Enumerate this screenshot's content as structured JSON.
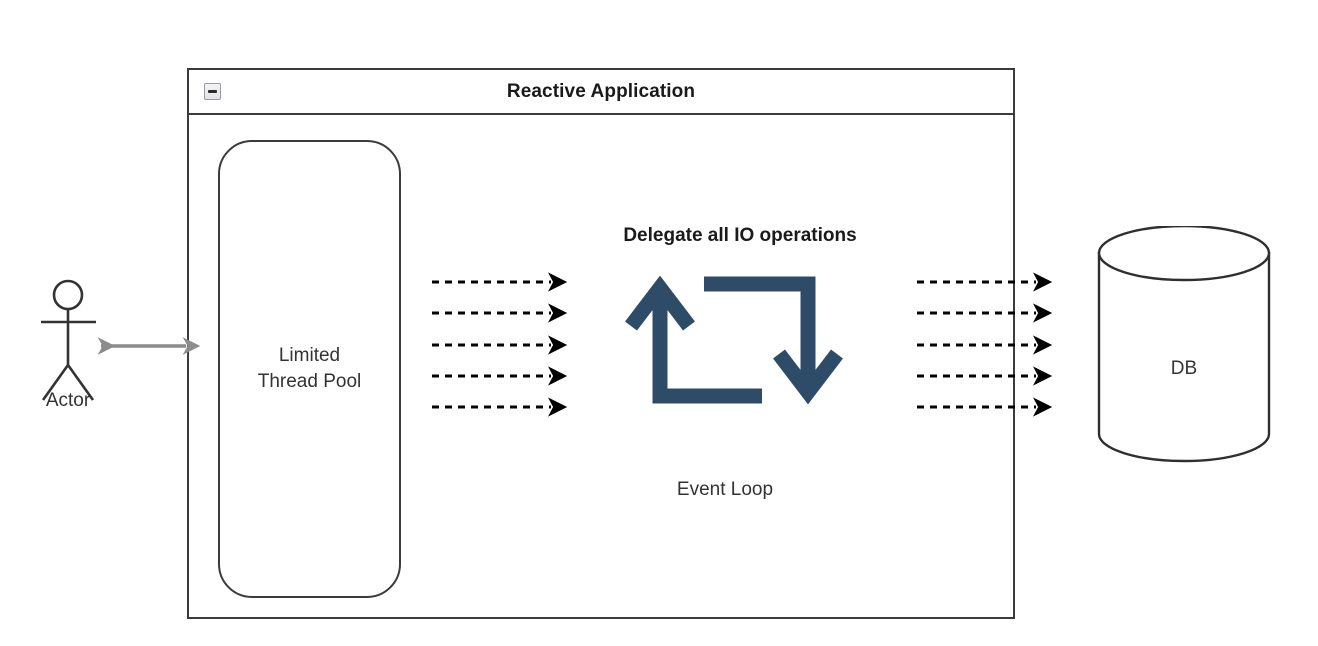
{
  "diagram": {
    "type": "architecture-diagram",
    "background_color": "#ffffff",
    "title": "Reactive Application"
  },
  "container": {
    "title": "Reactive Application",
    "collapse_icon": "collapse-minus-icon",
    "border_color": "#3b3b3b"
  },
  "actor": {
    "label": "Actor",
    "icon": "stick-figure-actor-icon",
    "connector": {
      "style": "double-headed-arrow",
      "color": "#8c8c8c",
      "from": "Actor",
      "to": "Reactive Application"
    }
  },
  "thread_pool": {
    "label": "Limited\nThread Pool",
    "shape": "rounded-rectangle",
    "border_color": "#3b3b3b",
    "fill": "#ffffff"
  },
  "event_loop": {
    "icon": "loop-refresh-icon",
    "icon_color": "#2e4c68",
    "caption": "Event Loop",
    "heading": "Delegate all IO operations"
  },
  "database": {
    "label": "DB",
    "shape": "cylinder",
    "border_color": "#3b3b3b",
    "fill": "#ffffff"
  },
  "flows": {
    "inbound": {
      "name": "thread-pool-to-event-loop",
      "style": "dashed",
      "color": "#000000",
      "count": 5,
      "direction": "right"
    },
    "outbound": {
      "name": "event-loop-to-db",
      "style": "dashed",
      "color": "#000000",
      "count": 5,
      "direction": "right"
    }
  }
}
